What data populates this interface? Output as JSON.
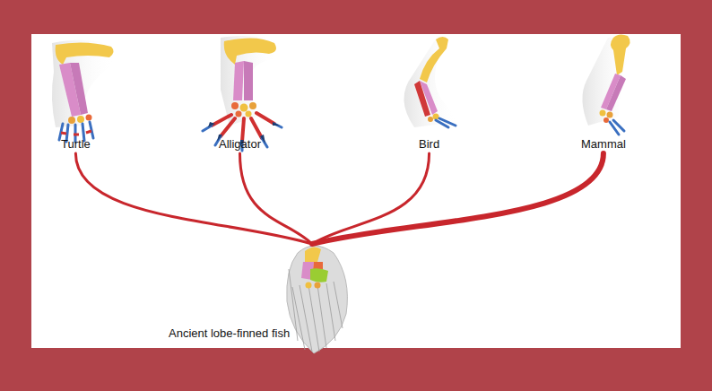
{
  "diagram": {
    "nodes": [
      {
        "text": [
          "Turtle"
        ]
      },
      {
        "text": [
          "Alligator"
        ]
      },
      {
        "text": [
          "Bird"
        ]
      },
      {
        "text": [
          "Mammal"
        ]
      },
      {
        "text": [
          "Ancient lobe-finned fish"
        ]
      }
    ],
    "edges": [
      {
        "from": 4,
        "to": 0,
        "arrow": "none"
      },
      {
        "from": 4,
        "to": 1,
        "arrow": "none"
      },
      {
        "from": 4,
        "to": 2,
        "arrow": "none"
      },
      {
        "from": 4,
        "to": 3,
        "arrow": "none"
      }
    ]
  }
}
